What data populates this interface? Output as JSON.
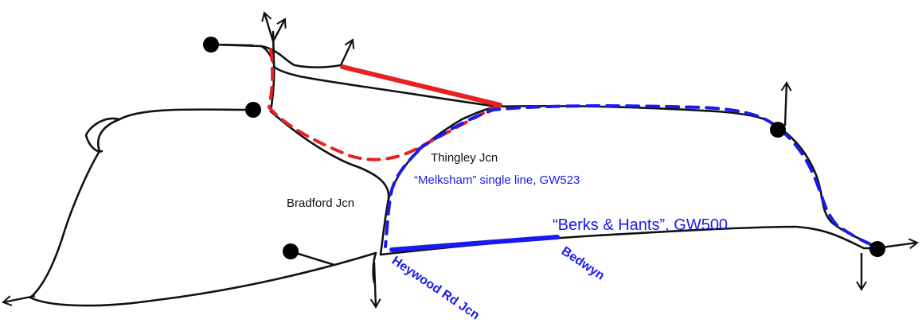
{
  "labels": {
    "thingley_jcn": "Thingley Jcn",
    "melksham_line": "“Melksham” single line, GW523",
    "bradford_jcn": "Bradford Jcn",
    "berks_hants": "“Berks & Hants”, GW500",
    "heywood_rd_jcn": "Heywood Rd Jcn",
    "bedwyn": "Bedwyn"
  },
  "colors": {
    "track": "#111111",
    "red_route": "#e8201f",
    "blue_route": "#1a1aee",
    "label_text": "#111111"
  }
}
